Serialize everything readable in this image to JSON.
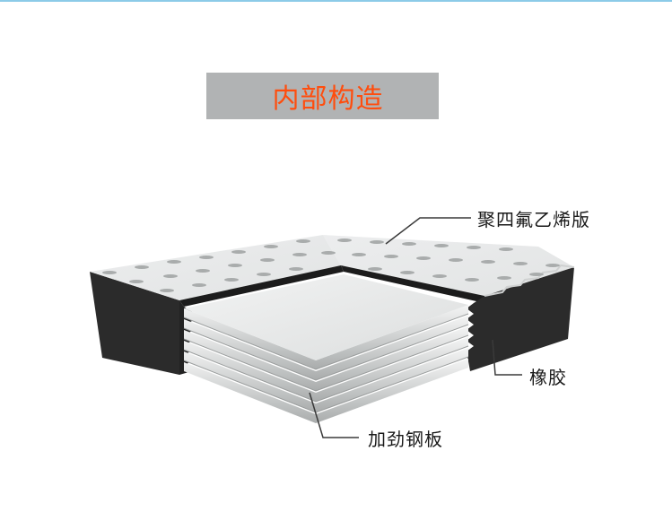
{
  "header": {
    "accent_line_color": "#8ccbe8"
  },
  "title": {
    "text": "内部构造",
    "text_color": "#ff4d0d",
    "background_color": "#b1b3b4"
  },
  "diagram": {
    "subject": "laminated rubber bearing cross-section",
    "labels": {
      "ptfe_plate": "聚四氟乙烯版",
      "rubber": "橡胶",
      "steel_plates": "加劲钢板"
    },
    "colors": {
      "rubber": "#2b2b2b",
      "ptfe_surface": "#e6e8e8",
      "steel": "#d9dbdb",
      "leader_line": "#3a3a3a"
    },
    "steel_layer_count": 6
  }
}
